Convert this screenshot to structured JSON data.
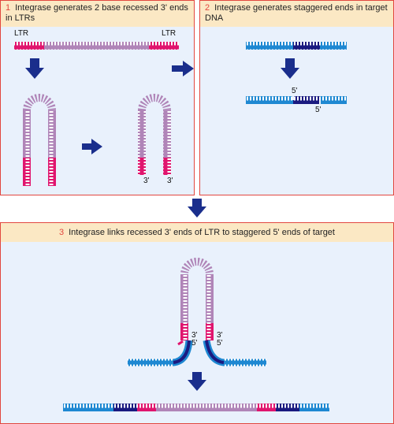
{
  "panels": [
    {
      "number": "1",
      "title": "Integrase generates 2 base recessed 3' ends in LTRs"
    },
    {
      "number": "2",
      "title": "Integrase generates staggered ends in target DNA"
    },
    {
      "number": "3",
      "title": "Integrase links recessed 3' ends of LTR to staggered 5' ends of target"
    }
  ],
  "labels": {
    "ltr_left": "LTR",
    "ltr_right": "LTR",
    "three_prime": "3'",
    "five_prime": "5'"
  },
  "colors": {
    "ltr": "#e0156e",
    "viral": "#b085b8",
    "target": "#1e88d2",
    "target_dark": "#1a1a80",
    "arrow": "#1a2e8c",
    "border": "#e2473f",
    "header_bg": "#fbe8c4",
    "panel_bg": "#e9f1fc"
  }
}
